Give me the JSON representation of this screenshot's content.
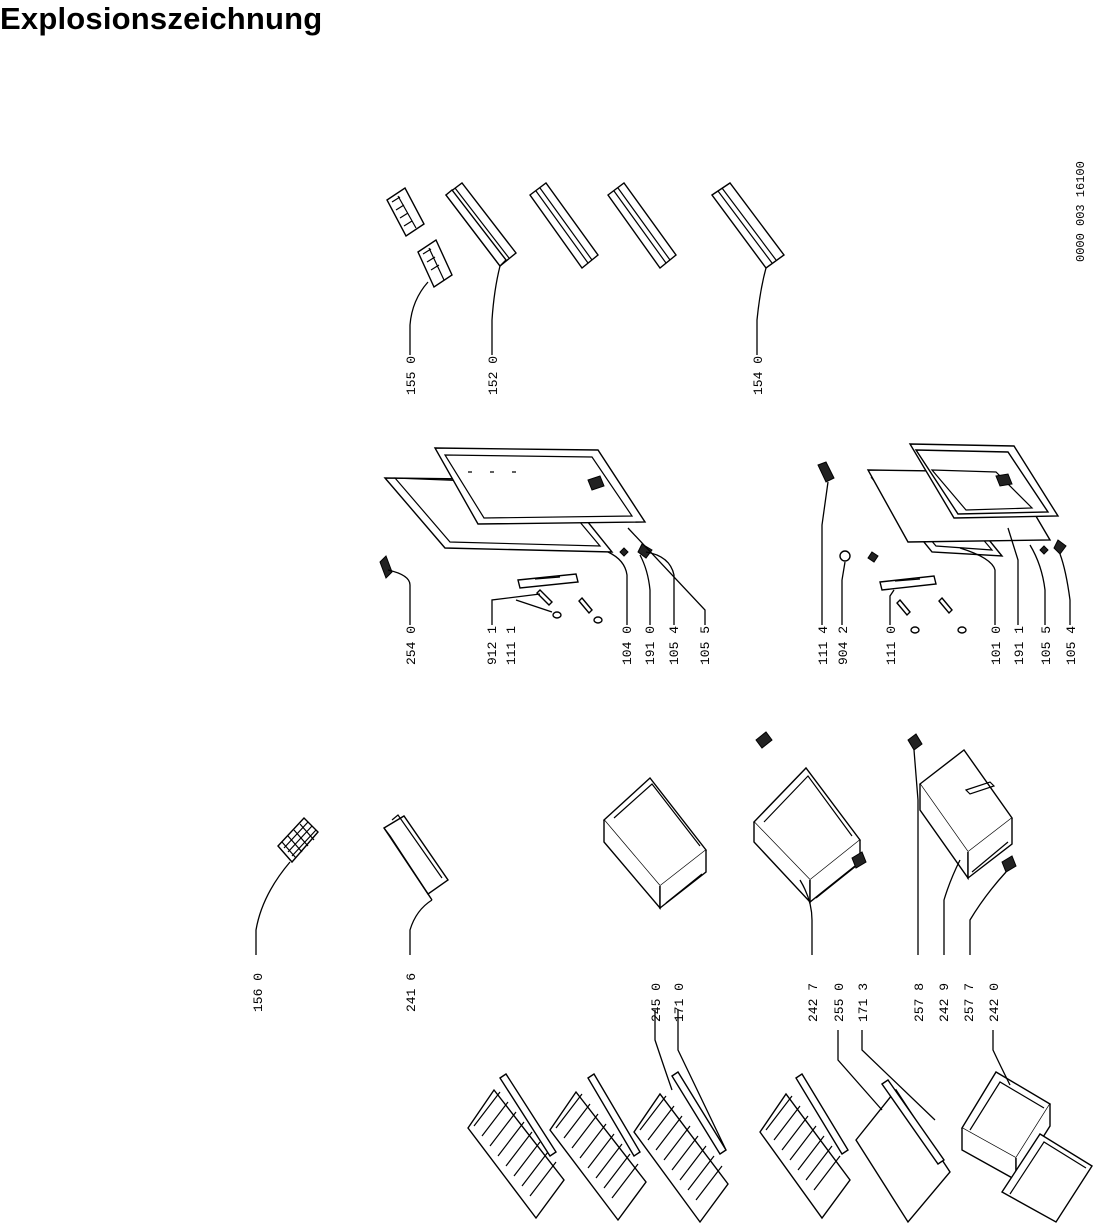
{
  "title": "Explosionszeichnung",
  "drawing_ref": "0000 003 16100",
  "labels": {
    "p155_0": "155 0",
    "p152_0": "152 0",
    "p154_0": "154 0",
    "p254_0": "254 0",
    "p912_1": "912 1",
    "p111_1": "111 1",
    "p104_0": "104 0",
    "p191_0": "191 0",
    "p105_4a": "105 4",
    "p105_5a": "105 5",
    "p111_4": "111 4",
    "p904_2": "904 2",
    "p111_0": "111 0",
    "p101_0": "101 0",
    "p191_1": "191 1",
    "p105_5b": "105 5",
    "p105_4b": "105 4",
    "p156_0": "156 0",
    "p241_6": "241 6",
    "p245_0": "245 0",
    "p171_0": "171 0",
    "p242_7": "242 7",
    "p255_0": "255 0",
    "p171_3": "171 3",
    "p257_8": "257 8",
    "p242_9": "242 9",
    "p257_7": "257 7",
    "p242_0": "242 0"
  }
}
